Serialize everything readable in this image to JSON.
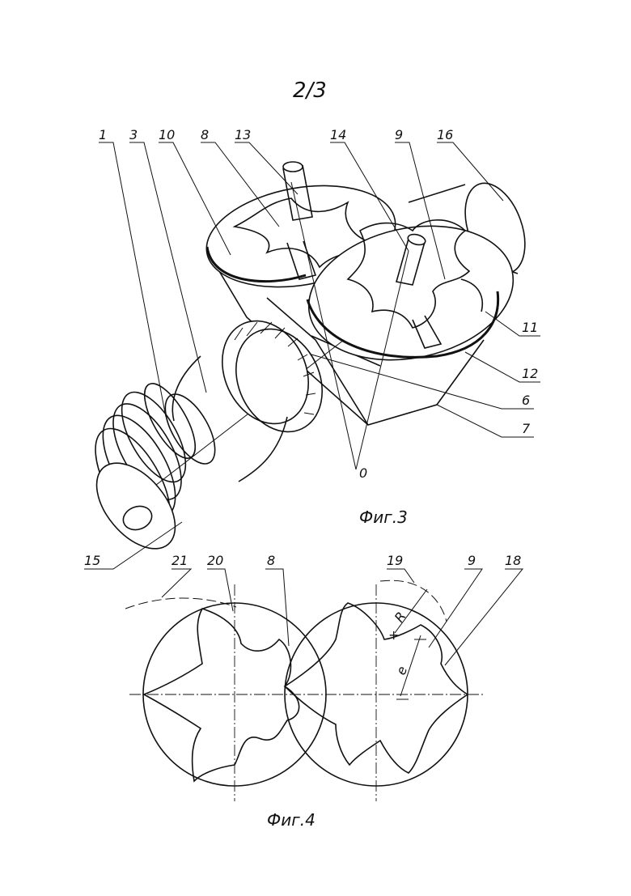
{
  "page_number": "2/3",
  "figures": [
    {
      "caption": "Фиг.3",
      "labels": [
        "1",
        "3",
        "10",
        "8",
        "13",
        "14",
        "9",
        "16",
        "11",
        "12",
        "6",
        "7",
        "15",
        "0"
      ]
    },
    {
      "caption": "Фиг.4",
      "labels": [
        "21",
        "20",
        "8",
        "19",
        "9",
        "18",
        "R",
        "e"
      ]
    }
  ]
}
